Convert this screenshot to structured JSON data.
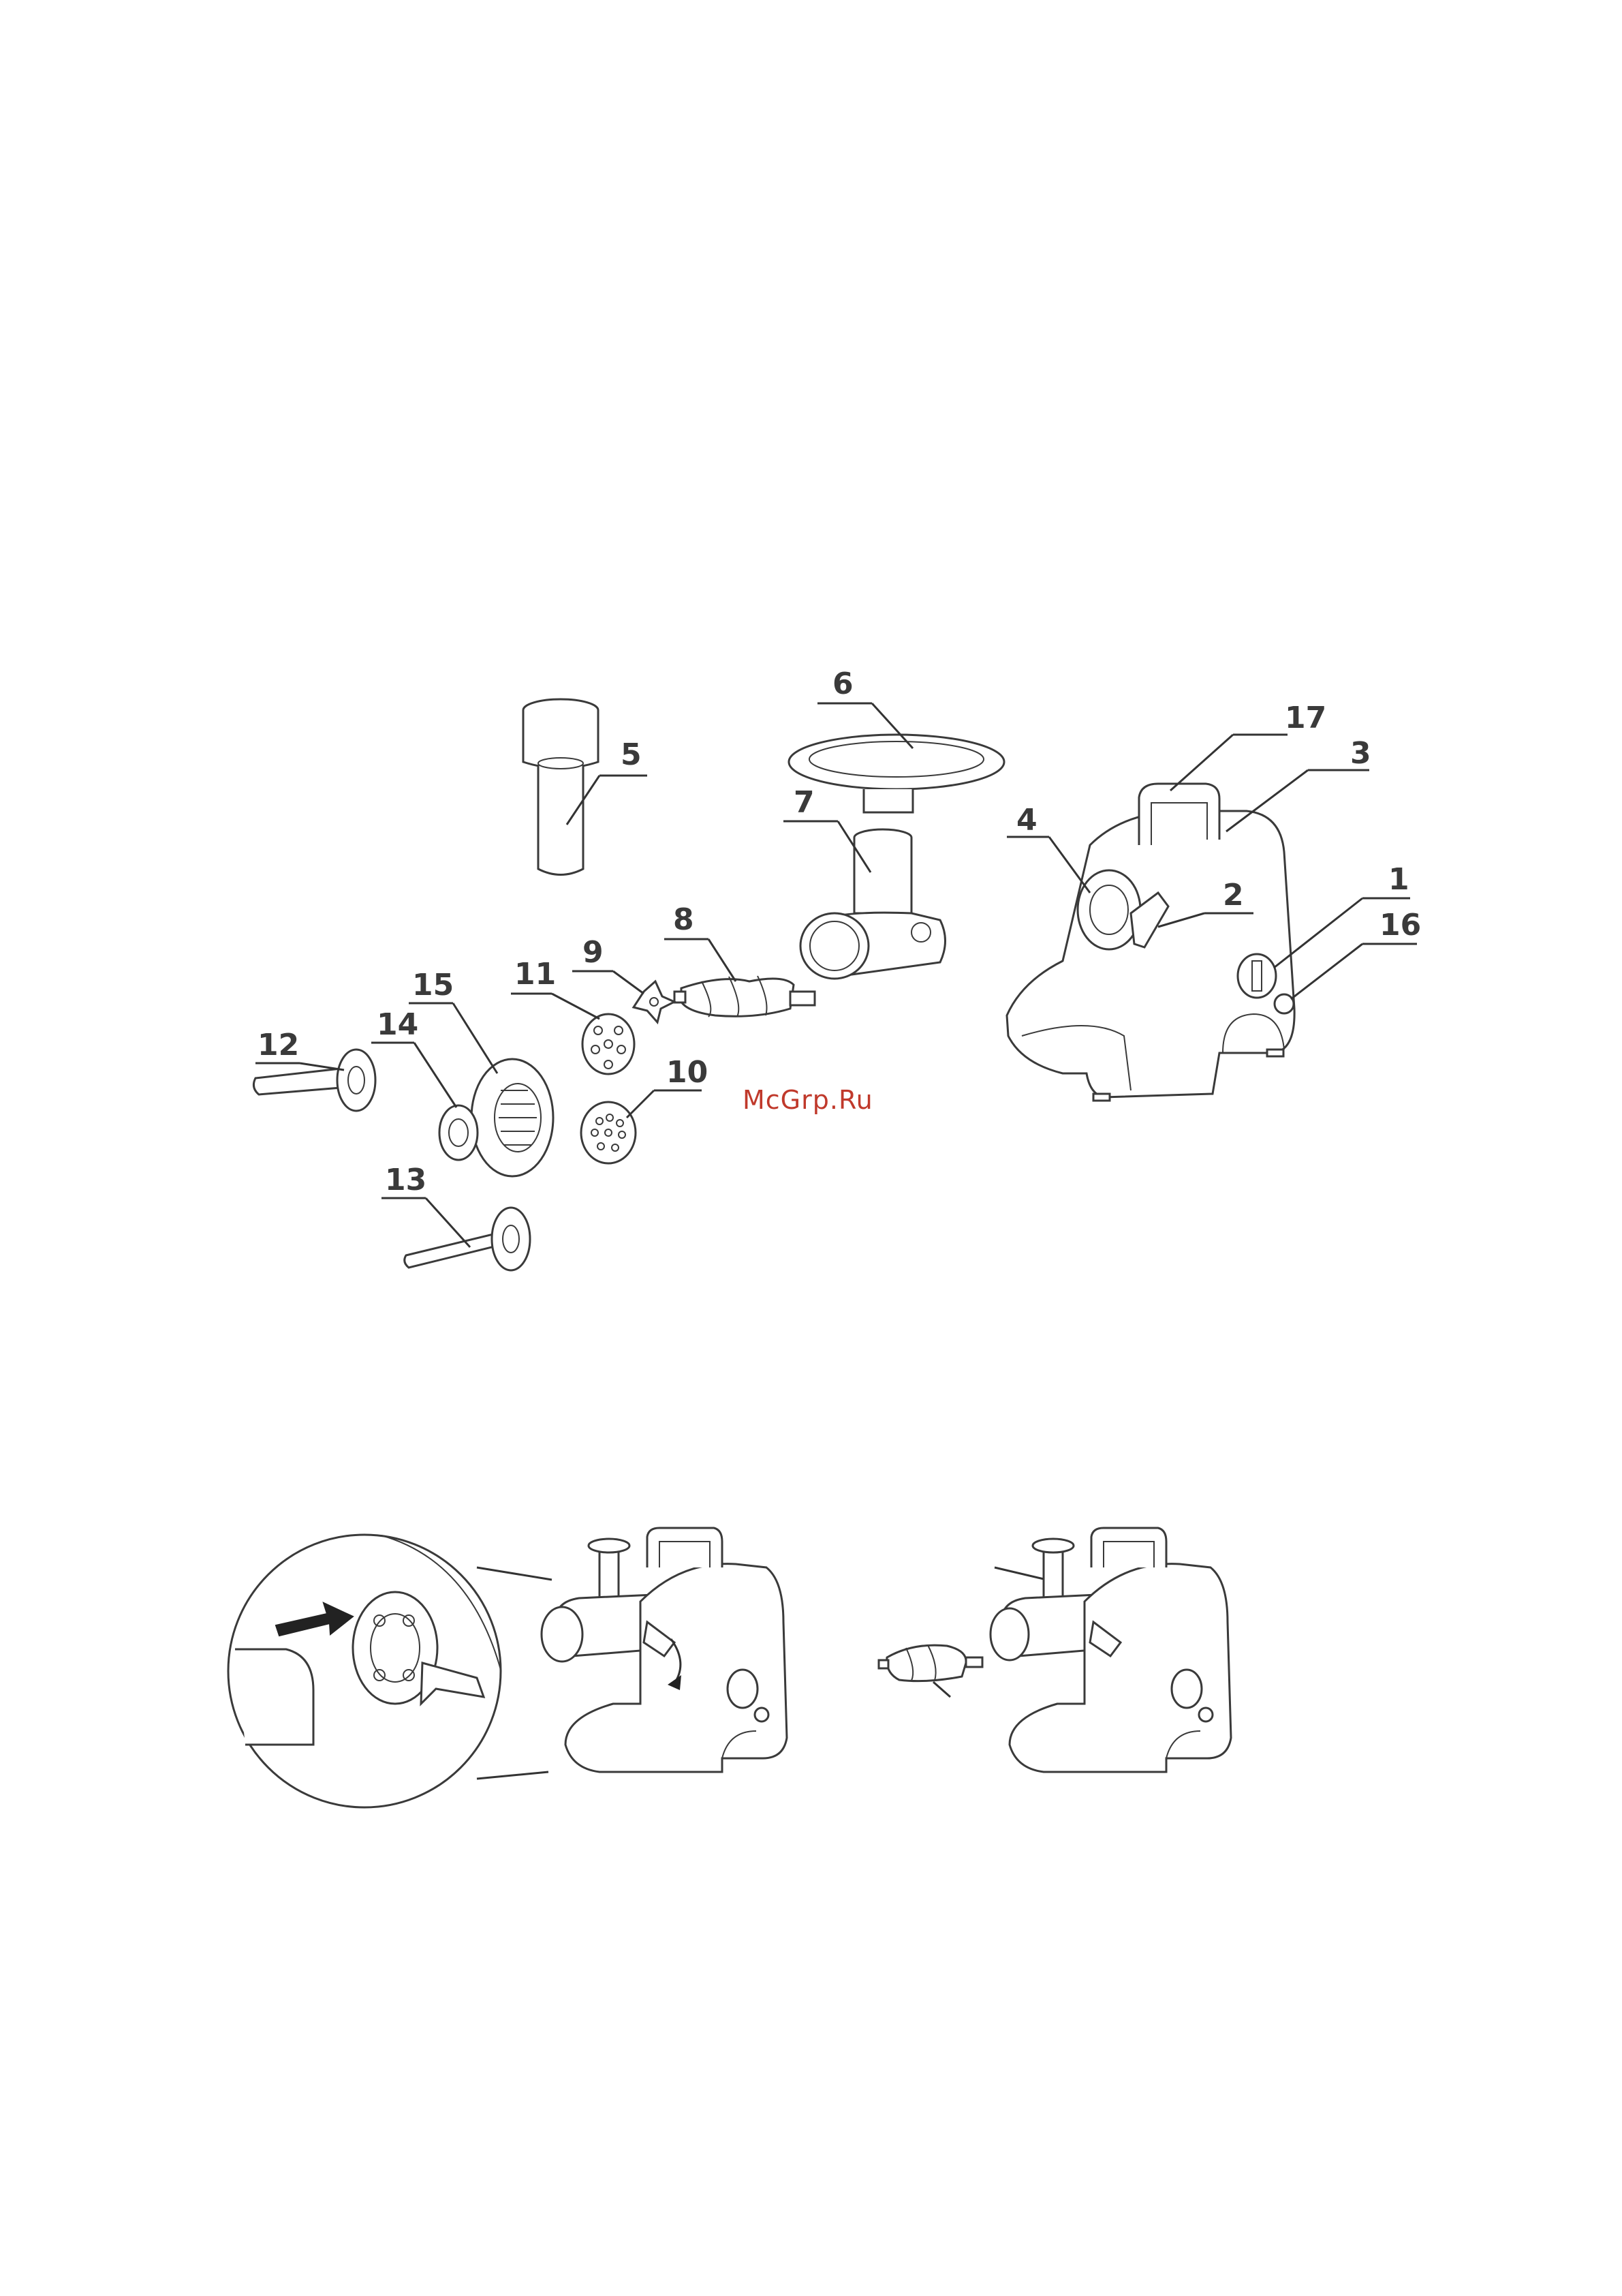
{
  "labels": {
    "l1": "1",
    "l2": "2",
    "l3": "3",
    "l4": "4",
    "l5": "5",
    "l6": "6",
    "l7": "7",
    "l8": "8",
    "l9": "9",
    "l10": "10",
    "l11": "11",
    "l12": "12",
    "l13": "13",
    "l14": "14",
    "l15": "15",
    "l16": "16",
    "l17": "17"
  },
  "watermark": "McGrp.Ru"
}
